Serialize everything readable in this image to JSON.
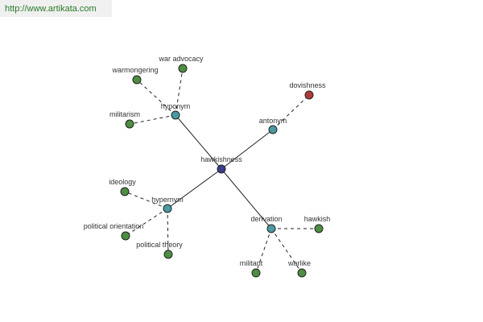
{
  "banner": {
    "url": "http://www.artikata.com"
  },
  "colors": {
    "root": "#3c3c8c",
    "relation": "#4a9aa2",
    "word": "#4e8e42",
    "antonym_word": "#b03a3a",
    "edge": "#222222",
    "label": "#333333"
  },
  "graph": {
    "root": {
      "id": "hawkishness",
      "label": "hawkishness",
      "kind": "root"
    },
    "relations": [
      {
        "id": "hyponym",
        "label": "hyponym",
        "kind": "relation",
        "words": [
          {
            "id": "warmongering",
            "label": "warmongering",
            "kind": "word"
          },
          {
            "id": "war-advocacy",
            "label": "war advocacy",
            "kind": "word"
          },
          {
            "id": "militarism",
            "label": "militarism",
            "kind": "word"
          }
        ]
      },
      {
        "id": "antonym",
        "label": "antonym",
        "kind": "relation",
        "words": [
          {
            "id": "dovishness",
            "label": "dovishness",
            "kind": "antonym_word"
          }
        ]
      },
      {
        "id": "hypernym",
        "label": "hypernym",
        "kind": "relation",
        "words": [
          {
            "id": "ideology",
            "label": "ideology",
            "kind": "word"
          },
          {
            "id": "political-orientation",
            "label": "political orientation",
            "kind": "word"
          },
          {
            "id": "political-theory",
            "label": "political theory",
            "kind": "word"
          }
        ]
      },
      {
        "id": "derivation",
        "label": "derivation",
        "kind": "relation",
        "words": [
          {
            "id": "hawkish",
            "label": "hawkish",
            "kind": "word"
          },
          {
            "id": "militant",
            "label": "militant",
            "kind": "word"
          },
          {
            "id": "warlike",
            "label": "warlike",
            "kind": "word"
          }
        ]
      }
    ]
  }
}
